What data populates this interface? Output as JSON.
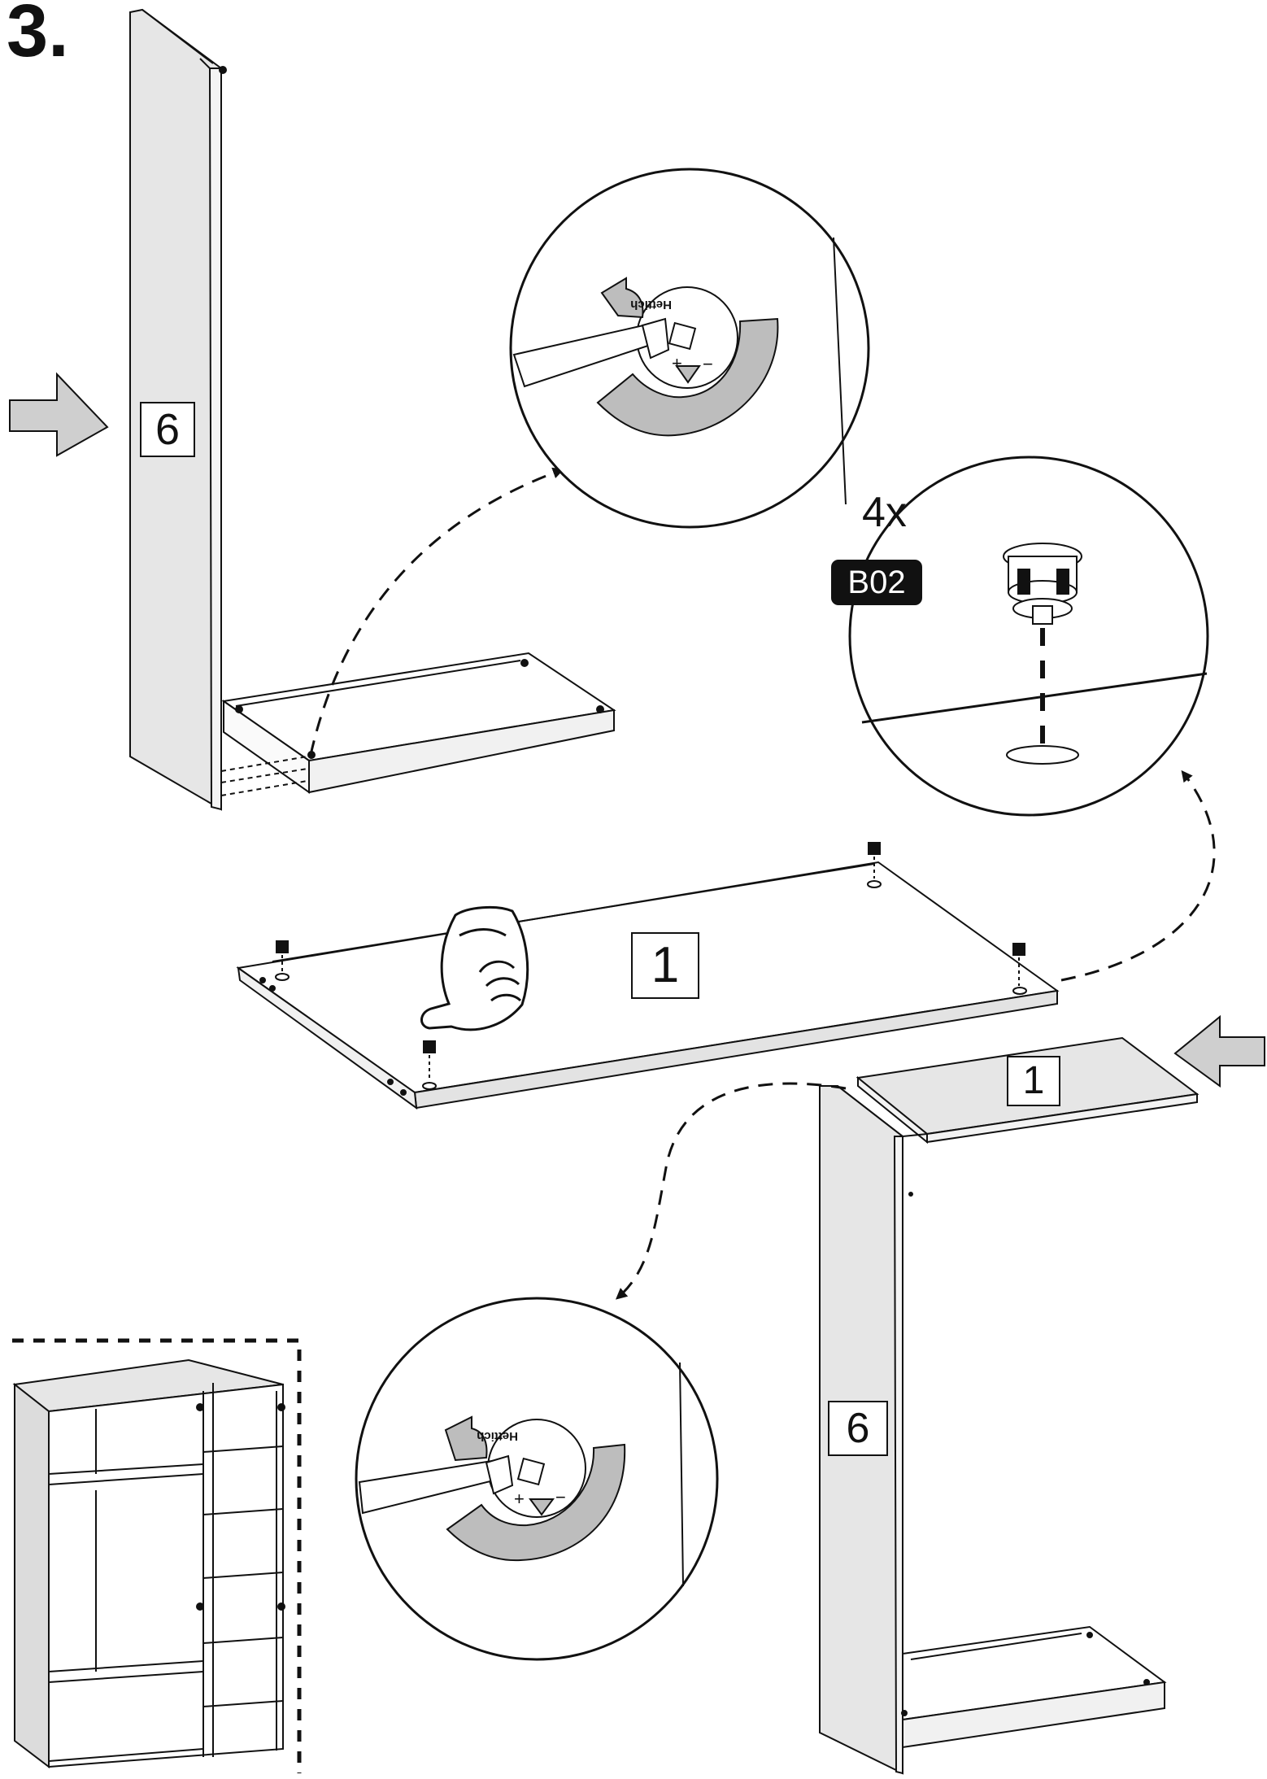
{
  "step": {
    "number": "3."
  },
  "part_labels": {
    "side_panel_top": "6",
    "top_panel_center": "1",
    "top_panel_right": "1",
    "side_panel_bottom": "6"
  },
  "hardware": {
    "quantity": "4x",
    "code": "B02"
  },
  "zoom_text": {
    "brand_mark": "Hettich",
    "plus": "+",
    "minus": "−"
  },
  "colors": {
    "panel_fill": "#e6e6e6",
    "arrow_fill": "#c9c9c9",
    "line": "#111111",
    "label_bg": "#111111"
  }
}
